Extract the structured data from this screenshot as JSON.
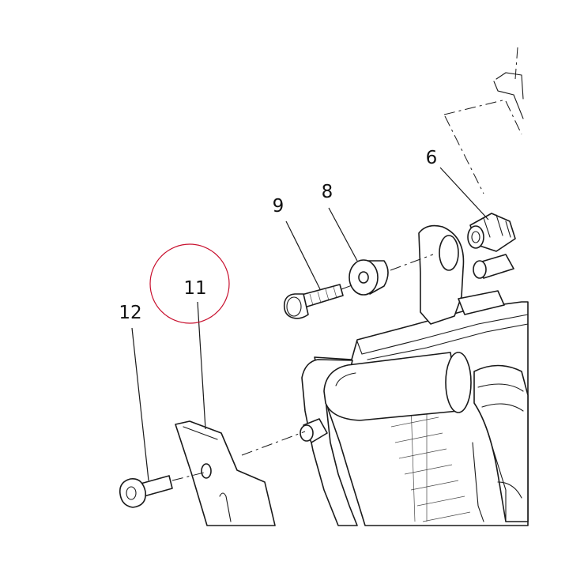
{
  "diagram": {
    "callouts": [
      {
        "id": "6",
        "label": "6",
        "part": "grommet"
      },
      {
        "id": "8",
        "label": "8",
        "part": "collar"
      },
      {
        "id": "9",
        "label": "9",
        "part": "bolt"
      },
      {
        "id": "11",
        "label": "11",
        "part": "bracket",
        "highlighted": true
      },
      {
        "id": "12",
        "label": "12",
        "part": "bolt"
      }
    ],
    "highlight_color": "#c8102e",
    "line_color": "#1a1a1a"
  }
}
